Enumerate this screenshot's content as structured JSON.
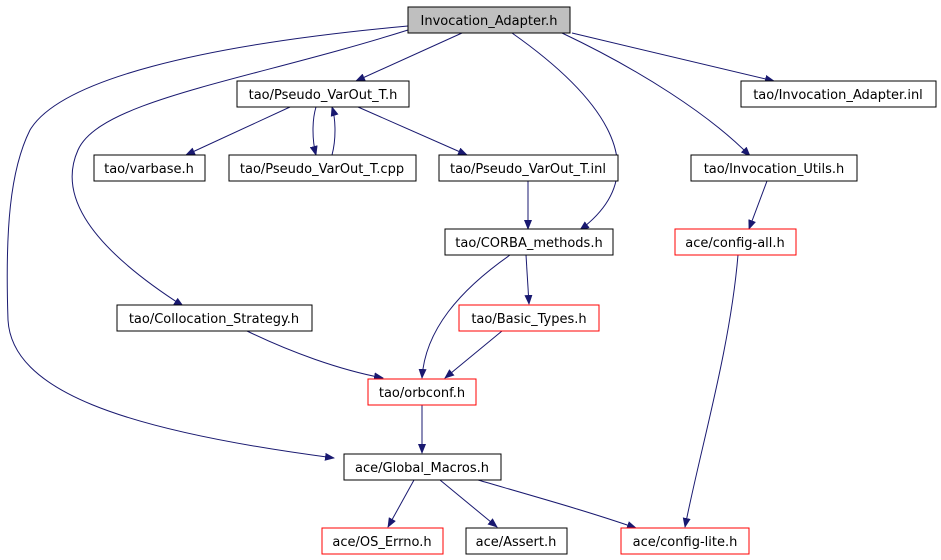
{
  "colors": {
    "edge": "#191970",
    "node_border_default": "#000000",
    "node_border_external": "#ff0000",
    "node_fill_default": "#ffffff",
    "node_fill_root": "#bfbfbf"
  },
  "nodes": {
    "root": {
      "label": "Invocation_Adapter.h",
      "style": "root"
    },
    "pseudo_varout_h": {
      "label": "tao/Pseudo_VarOut_T.h",
      "style": "default"
    },
    "invocation_adapter_inl": {
      "label": "tao/Invocation_Adapter.inl",
      "style": "default"
    },
    "varbase": {
      "label": "tao/varbase.h",
      "style": "default"
    },
    "pseudo_varout_cpp": {
      "label": "tao/Pseudo_VarOut_T.cpp",
      "style": "default"
    },
    "pseudo_varout_inl": {
      "label": "tao/Pseudo_VarOut_T.inl",
      "style": "default"
    },
    "invocation_utils": {
      "label": "tao/Invocation_Utils.h",
      "style": "default"
    },
    "corba_methods": {
      "label": "tao/CORBA_methods.h",
      "style": "default"
    },
    "config_all": {
      "label": "ace/config-all.h",
      "style": "external"
    },
    "collocation_strategy": {
      "label": "tao/Collocation_Strategy.h",
      "style": "default"
    },
    "basic_types": {
      "label": "tao/Basic_Types.h",
      "style": "external"
    },
    "orbconf": {
      "label": "tao/orbconf.h",
      "style": "external"
    },
    "global_macros": {
      "label": "ace/Global_Macros.h",
      "style": "default"
    },
    "os_errno": {
      "label": "ace/OS_Errno.h",
      "style": "external"
    },
    "assert": {
      "label": "ace/Assert.h",
      "style": "default"
    },
    "config_lite": {
      "label": "ace/config-lite.h",
      "style": "external"
    }
  },
  "edges": [
    {
      "from": "root",
      "to": "pseudo_varout_h"
    },
    {
      "from": "root",
      "to": "invocation_adapter_inl"
    },
    {
      "from": "root",
      "to": "invocation_utils"
    },
    {
      "from": "root",
      "to": "corba_methods"
    },
    {
      "from": "root",
      "to": "collocation_strategy"
    },
    {
      "from": "root",
      "to": "global_macros"
    },
    {
      "from": "pseudo_varout_h",
      "to": "varbase"
    },
    {
      "from": "pseudo_varout_h",
      "to": "pseudo_varout_cpp"
    },
    {
      "from": "pseudo_varout_cpp",
      "to": "pseudo_varout_h"
    },
    {
      "from": "pseudo_varout_h",
      "to": "pseudo_varout_inl"
    },
    {
      "from": "pseudo_varout_inl",
      "to": "corba_methods"
    },
    {
      "from": "invocation_utils",
      "to": "config_all"
    },
    {
      "from": "corba_methods",
      "to": "basic_types"
    },
    {
      "from": "corba_methods",
      "to": "orbconf"
    },
    {
      "from": "basic_types",
      "to": "orbconf"
    },
    {
      "from": "collocation_strategy",
      "to": "orbconf"
    },
    {
      "from": "orbconf",
      "to": "global_macros"
    },
    {
      "from": "config_all",
      "to": "config_lite"
    },
    {
      "from": "global_macros",
      "to": "os_errno"
    },
    {
      "from": "global_macros",
      "to": "assert"
    },
    {
      "from": "global_macros",
      "to": "config_lite"
    }
  ]
}
